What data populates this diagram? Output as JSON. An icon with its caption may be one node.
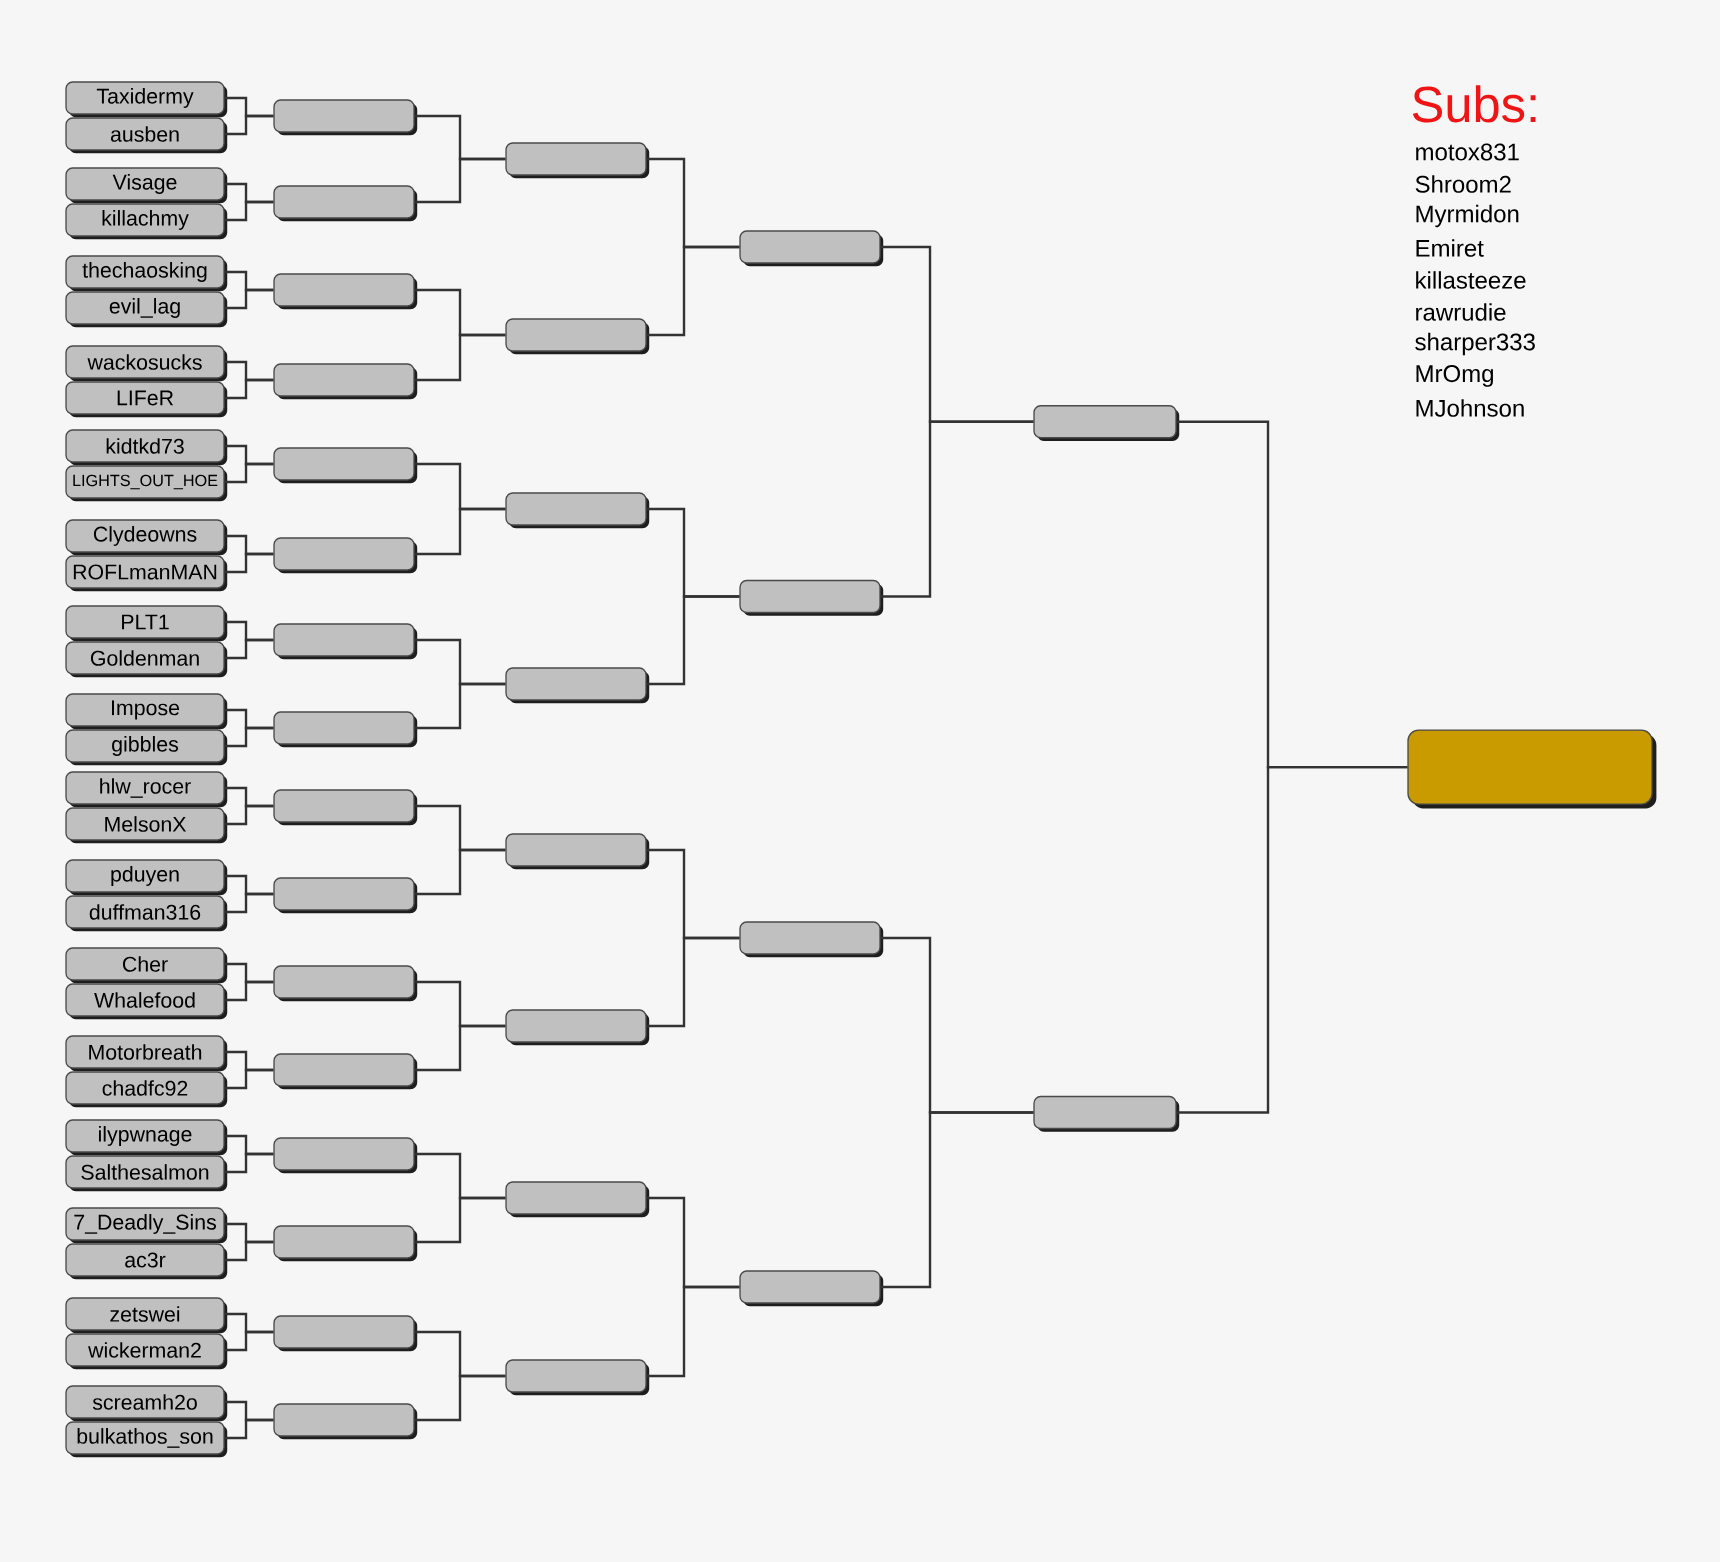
{
  "diagram": {
    "nodes": [
      {
        "text": [
          "Taxidermy"
        ]
      },
      {
        "text": [
          "ausben"
        ]
      },
      {
        "text": [
          "Visage"
        ]
      },
      {
        "text": [
          "killachmy"
        ]
      },
      {
        "text": [
          "thechaosking"
        ]
      },
      {
        "text": [
          "evil_lag"
        ]
      },
      {
        "text": [
          "wackosucks"
        ]
      },
      {
        "text": [
          "LIFeR"
        ]
      },
      {
        "text": [
          "kidtkd73"
        ]
      },
      {
        "text": [
          "LIGHTS_OUT_HOE"
        ]
      },
      {
        "text": [
          "Clydeowns"
        ]
      },
      {
        "text": [
          "ROFLmanMAN"
        ]
      },
      {
        "text": [
          "PLT1"
        ]
      },
      {
        "text": [
          "Goldenman"
        ]
      },
      {
        "text": [
          "Impose"
        ]
      },
      {
        "text": [
          "gibbles"
        ]
      },
      {
        "text": [
          "hlw_rocer"
        ]
      },
      {
        "text": [
          "MelsonX"
        ]
      },
      {
        "text": [
          "pduyen"
        ]
      },
      {
        "text": [
          "duffman316"
        ]
      },
      {
        "text": [
          "Cher"
        ]
      },
      {
        "text": [
          "Whalefood"
        ]
      },
      {
        "text": [
          "Motorbreath"
        ]
      },
      {
        "text": [
          "chadfc92"
        ]
      },
      {
        "text": [
          "ilypwnage"
        ]
      },
      {
        "text": [
          "Salthesalmon"
        ]
      },
      {
        "text": [
          "7_Deadly_Sins"
        ]
      },
      {
        "text": [
          "ac3r"
        ]
      },
      {
        "text": [
          "zetswei"
        ]
      },
      {
        "text": [
          "wickerman2"
        ]
      },
      {
        "text": [
          "screamh2o"
        ]
      },
      {
        "text": [
          "bulkathos_son"
        ]
      },
      {
        "text": [],
        "shape": "box"
      },
      {
        "text": [],
        "shape": "box"
      },
      {
        "text": [],
        "shape": "box"
      },
      {
        "text": [],
        "shape": "box"
      },
      {
        "text": [],
        "shape": "box"
      },
      {
        "text": [],
        "shape": "box"
      },
      {
        "text": [],
        "shape": "box"
      },
      {
        "text": [],
        "shape": "box"
      },
      {
        "text": [],
        "shape": "box"
      },
      {
        "text": [],
        "shape": "box"
      },
      {
        "text": [],
        "shape": "box"
      },
      {
        "text": [],
        "shape": "box"
      },
      {
        "text": [],
        "shape": "box"
      },
      {
        "text": [],
        "shape": "box"
      },
      {
        "text": [],
        "shape": "box"
      },
      {
        "text": [],
        "shape": "box"
      },
      {
        "text": [],
        "shape": "box"
      },
      {
        "text": [],
        "shape": "box"
      },
      {
        "text": [],
        "shape": "box"
      },
      {
        "text": [],
        "shape": "box"
      },
      {
        "text": [],
        "shape": "box"
      },
      {
        "text": [],
        "shape": "box"
      },
      {
        "text": [],
        "shape": "box"
      },
      {
        "text": [],
        "shape": "box"
      },
      {
        "text": [],
        "shape": "box"
      },
      {
        "text": [],
        "shape": "box"
      },
      {
        "text": [],
        "shape": "box"
      },
      {
        "text": [],
        "shape": "box"
      },
      {
        "text": [],
        "shape": "box"
      },
      {
        "text": [],
        "shape": "box"
      },
      {
        "text": [],
        "shape": "box"
      }
    ],
    "edges": [
      {
        "from": 0,
        "to": 32,
        "arrow": "none"
      },
      {
        "from": 1,
        "to": 32,
        "arrow": "none"
      },
      {
        "from": 2,
        "to": 33,
        "arrow": "none"
      },
      {
        "from": 3,
        "to": 33,
        "arrow": "none"
      },
      {
        "from": 4,
        "to": 34,
        "arrow": "none"
      },
      {
        "from": 5,
        "to": 34,
        "arrow": "none"
      },
      {
        "from": 6,
        "to": 35,
        "arrow": "none"
      },
      {
        "from": 7,
        "to": 35,
        "arrow": "none"
      },
      {
        "from": 8,
        "to": 36,
        "arrow": "none"
      },
      {
        "from": 9,
        "to": 36,
        "arrow": "none"
      },
      {
        "from": 10,
        "to": 37,
        "arrow": "none"
      },
      {
        "from": 11,
        "to": 37,
        "arrow": "none"
      },
      {
        "from": 12,
        "to": 38,
        "arrow": "none"
      },
      {
        "from": 13,
        "to": 38,
        "arrow": "none"
      },
      {
        "from": 14,
        "to": 39,
        "arrow": "none"
      },
      {
        "from": 15,
        "to": 39,
        "arrow": "none"
      },
      {
        "from": 16,
        "to": 40,
        "arrow": "none"
      },
      {
        "from": 17,
        "to": 40,
        "arrow": "none"
      },
      {
        "from": 18,
        "to": 41,
        "arrow": "none"
      },
      {
        "from": 19,
        "to": 41,
        "arrow": "none"
      },
      {
        "from": 20,
        "to": 42,
        "arrow": "none"
      },
      {
        "from": 21,
        "to": 42,
        "arrow": "none"
      },
      {
        "from": 22,
        "to": 43,
        "arrow": "none"
      },
      {
        "from": 23,
        "to": 43,
        "arrow": "none"
      },
      {
        "from": 24,
        "to": 44,
        "arrow": "none"
      },
      {
        "from": 25,
        "to": 44,
        "arrow": "none"
      },
      {
        "from": 26,
        "to": 45,
        "arrow": "none"
      },
      {
        "from": 27,
        "to": 45,
        "arrow": "none"
      },
      {
        "from": 28,
        "to": 46,
        "arrow": "none"
      },
      {
        "from": 29,
        "to": 46,
        "arrow": "none"
      },
      {
        "from": 30,
        "to": 47,
        "arrow": "none"
      },
      {
        "from": 31,
        "to": 47,
        "arrow": "none"
      },
      {
        "from": 32,
        "to": 48,
        "arrow": "none"
      },
      {
        "from": 33,
        "to": 48,
        "arrow": "none"
      },
      {
        "from": 34,
        "to": 49,
        "arrow": "none"
      },
      {
        "from": 35,
        "to": 49,
        "arrow": "none"
      },
      {
        "from": 36,
        "to": 50,
        "arrow": "none"
      },
      {
        "from": 37,
        "to": 50,
        "arrow": "none"
      },
      {
        "from": 38,
        "to": 51,
        "arrow": "none"
      },
      {
        "from": 39,
        "to": 51,
        "arrow": "none"
      },
      {
        "from": 40,
        "to": 52,
        "arrow": "none"
      },
      {
        "from": 41,
        "to": 52,
        "arrow": "none"
      },
      {
        "from": 42,
        "to": 53,
        "arrow": "none"
      },
      {
        "from": 43,
        "to": 53,
        "arrow": "none"
      },
      {
        "from": 44,
        "to": 54,
        "arrow": "none"
      },
      {
        "from": 45,
        "to": 54,
        "arrow": "none"
      },
      {
        "from": 46,
        "to": 55,
        "arrow": "none"
      },
      {
        "from": 47,
        "to": 55,
        "arrow": "none"
      },
      {
        "from": 48,
        "to": 56,
        "arrow": "none"
      },
      {
        "from": 49,
        "to": 56,
        "arrow": "none"
      },
      {
        "from": 50,
        "to": 57,
        "arrow": "none"
      },
      {
        "from": 51,
        "to": 57,
        "arrow": "none"
      },
      {
        "from": 52,
        "to": 58,
        "arrow": "none"
      },
      {
        "from": 53,
        "to": 58,
        "arrow": "none"
      },
      {
        "from": 54,
        "to": 59,
        "arrow": "none"
      },
      {
        "from": 55,
        "to": 59,
        "arrow": "none"
      },
      {
        "from": 56,
        "to": 60,
        "arrow": "none"
      },
      {
        "from": 57,
        "to": 60,
        "arrow": "none"
      },
      {
        "from": 58,
        "to": 61,
        "arrow": "none"
      },
      {
        "from": 59,
        "to": 61,
        "arrow": "none"
      },
      {
        "from": 60,
        "to": 62,
        "arrow": "none"
      },
      {
        "from": 61,
        "to": 62,
        "arrow": "none"
      }
    ],
    "labels": [
      "Subs:",
      "motox831",
      "Shroom2",
      "Myrmidon",
      "Emiret",
      "killasteeze",
      "rawrudie",
      "sharper333",
      "MrOmg",
      "MJohnson"
    ]
  }
}
